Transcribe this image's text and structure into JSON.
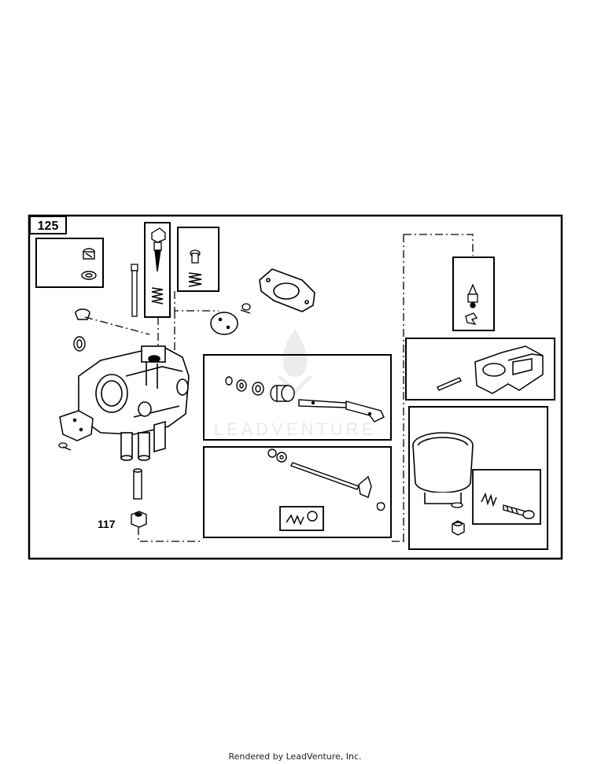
{
  "diagram": {
    "assembly_label": "125",
    "part_label_117": "117",
    "watermark": "LEADVENTURE"
  },
  "footer": {
    "text": "Rendered by LeadVenture, Inc."
  }
}
